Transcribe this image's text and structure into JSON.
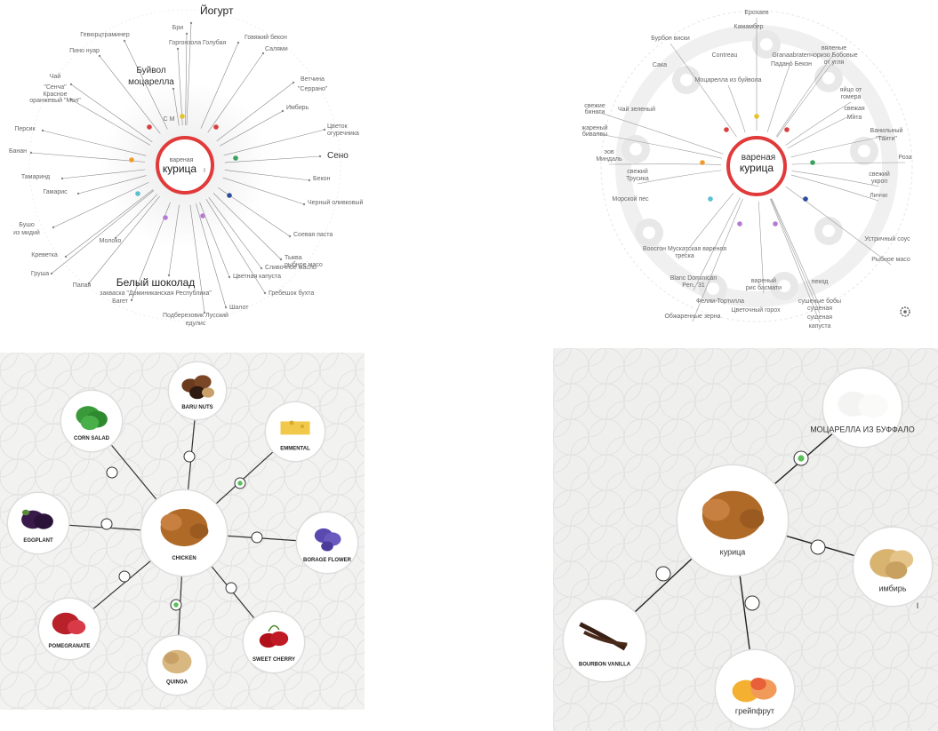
{
  "panel1": {
    "center_top": "вареная",
    "center_main": "курица",
    "center_mark": "I",
    "center_arc": "С М",
    "labels": [
      {
        "text": "Йогурт",
        "size": "xl"
      },
      {
        "text": "Бри",
        "size": "s"
      },
      {
        "text": "Гевюрцтраминер",
        "size": "s"
      },
      {
        "text": "Говяжий бекон",
        "size": "s"
      },
      {
        "text": "Горгонзола Голубая",
        "size": "s"
      },
      {
        "text": "Салями",
        "size": "s"
      },
      {
        "text": "Пино нуар",
        "size": "s"
      },
      {
        "text": "Буйвол",
        "size": "m"
      },
      {
        "text": "моцарелла",
        "size": "m"
      },
      {
        "text": "Ветчина",
        "size": "s"
      },
      {
        "text": "\"Серрано\"",
        "size": "s"
      },
      {
        "text": "Чай",
        "size": "s"
      },
      {
        "text": "\"Сенча\"",
        "size": "s"
      },
      {
        "text": "Красное",
        "size": "s"
      },
      {
        "text": "оранжевый \"Мол\"",
        "size": "s"
      },
      {
        "text": "Имбирь",
        "size": "s"
      },
      {
        "text": "Персик",
        "size": "s"
      },
      {
        "text": "Цветок",
        "size": "s"
      },
      {
        "text": "огуречника",
        "size": "s"
      },
      {
        "text": "Банан",
        "size": "s"
      },
      {
        "text": "Сено",
        "size": "m"
      },
      {
        "text": "Тамаринд",
        "size": "s"
      },
      {
        "text": "Бекон",
        "size": "s"
      },
      {
        "text": "Гамарис",
        "size": "s"
      },
      {
        "text": "Черный оливковый",
        "size": "s"
      },
      {
        "text": "Бушо",
        "size": "s"
      },
      {
        "text": "из мидий",
        "size": "s"
      },
      {
        "text": "Соевая паста",
        "size": "s"
      },
      {
        "text": "Молоко",
        "size": "s"
      },
      {
        "text": "Креветка",
        "size": "s"
      },
      {
        "text": "Тыква",
        "size": "s"
      },
      {
        "text": "рыбное масо",
        "size": "s"
      },
      {
        "text": "Груша",
        "size": "s"
      },
      {
        "text": "Папая",
        "size": "s"
      },
      {
        "text": "Цветная капуста",
        "size": "s"
      },
      {
        "text": "Белый шоколад",
        "size": "l"
      },
      {
        "text": "закваска \"Доминиканская Республика\"",
        "size": "s"
      },
      {
        "text": "Багет",
        "size": "s"
      },
      {
        "text": "Шалот",
        "size": "s"
      },
      {
        "text": "Сливочное масло",
        "size": "s"
      },
      {
        "text": "Гребешок бухта",
        "size": "s"
      },
      {
        "text": "Подберезовик Лусский",
        "size": "s"
      },
      {
        "text": "едулис",
        "size": "s"
      }
    ]
  },
  "panel2": {
    "center_top": "вареная",
    "center_main": "курица",
    "labels": [
      {
        "text": "Ерохаев"
      },
      {
        "text": "Камамбер"
      },
      {
        "text": "Бурбон виски"
      },
      {
        "text": "Contreau"
      },
      {
        "text": "Granaabraten"
      },
      {
        "text": "Падано Бекон"
      },
      {
        "text": "чоризо Бобовые"
      },
      {
        "text": "от угля"
      },
      {
        "text": "вяленые"
      },
      {
        "text": "Сака"
      },
      {
        "text": "Моцарелла из буйвола"
      },
      {
        "text": "яйцо от"
      },
      {
        "text": "гомера"
      },
      {
        "text": "Чай зеленый"
      },
      {
        "text": "свежая"
      },
      {
        "text": "Мята"
      },
      {
        "text": "свежие"
      },
      {
        "text": "бинати"
      },
      {
        "text": "жареный"
      },
      {
        "text": "бивалвы"
      },
      {
        "text": "Ванильный"
      },
      {
        "text": "\"Таити\""
      },
      {
        "text": "Роза"
      },
      {
        "text": "эов"
      },
      {
        "text": "Миндаль"
      },
      {
        "text": "свежий"
      },
      {
        "text": "Трусика"
      },
      {
        "text": "свежий"
      },
      {
        "text": "укроп"
      },
      {
        "text": "Морской пес"
      },
      {
        "text": "Личчи"
      },
      {
        "text": "Устричный соус"
      },
      {
        "text": "Воосгон Мускатская вареная"
      },
      {
        "text": "треска"
      },
      {
        "text": "Рыбное масо"
      },
      {
        "text": "Blanc Dominican"
      },
      {
        "text": "Pen. '31"
      },
      {
        "text": "вареный"
      },
      {
        "text": "рис басмати"
      },
      {
        "text": "пекод"
      },
      {
        "text": "сушеная"
      },
      {
        "text": "Фелли-Тортилла"
      },
      {
        "text": "Обжаренные зерна"
      },
      {
        "text": "Цветочный горох"
      },
      {
        "text": "сушеная"
      },
      {
        "text": "капуста"
      },
      {
        "text": "сушеные бобы"
      }
    ]
  },
  "panel3": {
    "center": "CHICKEN",
    "nodes": [
      "BARU NUTS",
      "CORN SALAD",
      "EMMENTAL",
      "EGGPLANT",
      "BORAGE FLOWER",
      "POMEGRANATE",
      "QUINOA",
      "SWEET CHERRY"
    ]
  },
  "panel4": {
    "center": "курица",
    "nodes": [
      "МОЦАРЕЛЛА ИЗ БУФФАЛО",
      "имбирь",
      "BOURBON VANILLA",
      "грейпфрут"
    ],
    "cursor_mark": "I"
  },
  "colors": {
    "center_ring": "#e03a3a",
    "dot_red": "#d84040",
    "dot_yellow": "#e8c02a",
    "dot_green": "#3aa05a",
    "dot_blue": "#2b4d9a",
    "dot_purple": "#b57ad4",
    "dot_orange": "#f09a2a",
    "dot_teal": "#5cc0d0",
    "connector_green": "#57c057"
  }
}
